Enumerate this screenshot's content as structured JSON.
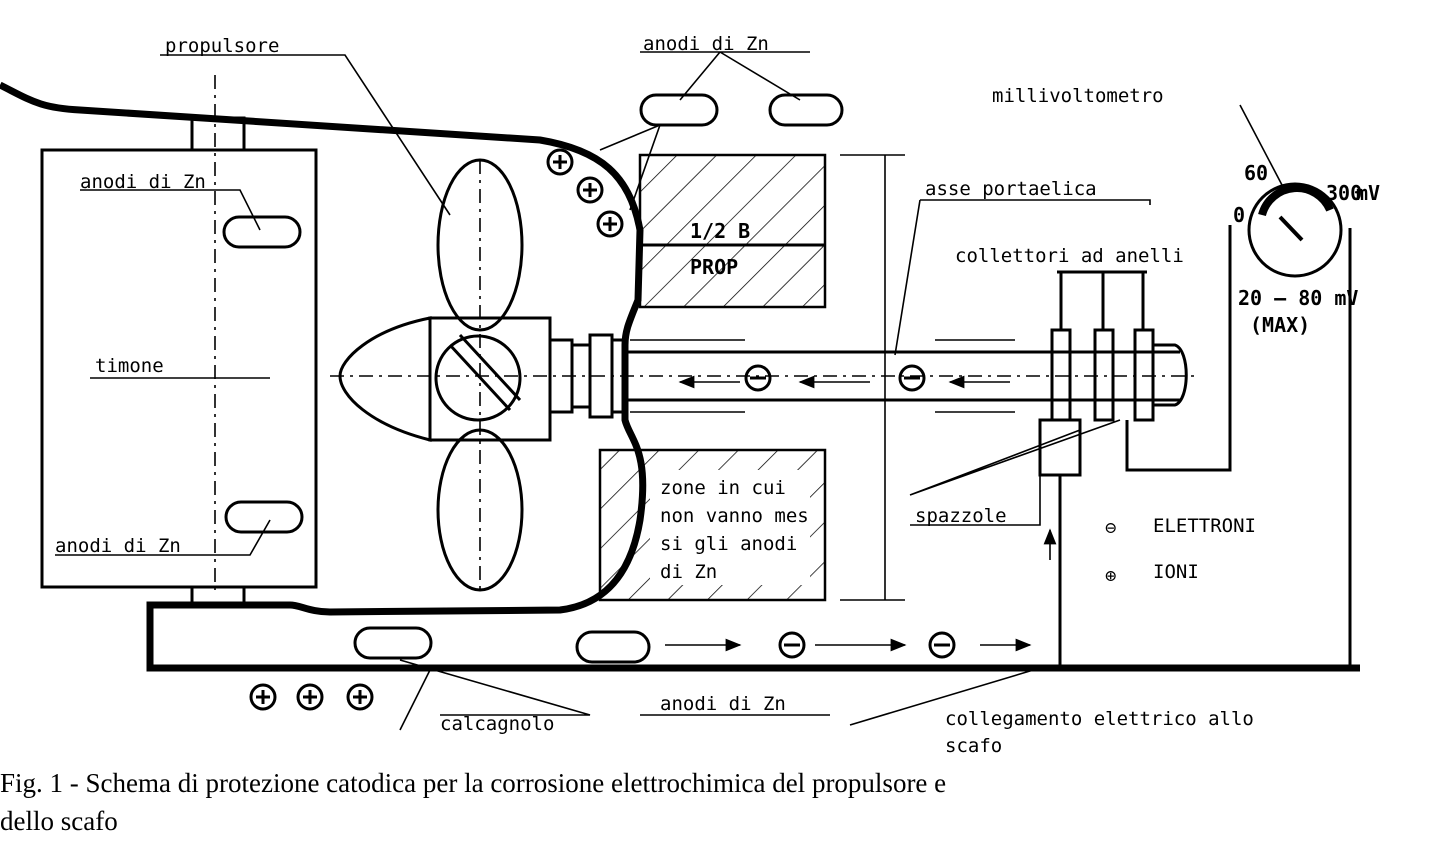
{
  "labels": {
    "propulsore": "propulsore",
    "anodi_top": "anodi di Zn",
    "anodi_rudder_top": "anodi di Zn",
    "anodi_rudder_bottom": "anodi di Zn",
    "anodi_bottom": "anodi di Zn",
    "millivoltometro": "millivoltometro",
    "asse": "asse portaelica",
    "collettori": "collettori ad anelli",
    "half_b": "1/2 B",
    "prop": "PROP",
    "timone": "timone",
    "zone": [
      "zone in cui",
      "non vanno mes",
      "si gli anodi",
      "di Zn"
    ],
    "spazzole": "spazzole",
    "calcagnolo": "calcagnolo",
    "collegamento": "collegamento elettrico allo",
    "scafo": "scafo"
  },
  "meter": {
    "min": "0",
    "mid": "60",
    "max": "300",
    "unit": "mV",
    "range": "20 – 80 mV",
    "note": "(MAX)"
  },
  "legend": [
    {
      "symbol": "⊖",
      "label": "ELETTRONI"
    },
    {
      "symbol": "⊕",
      "label": "IONI"
    }
  ],
  "caption": {
    "line1": "Fig. 1 - Schema di protezione catodica per la  corrosione  elettrochimica  del  propulsore  e",
    "line2": "dello scafo"
  }
}
